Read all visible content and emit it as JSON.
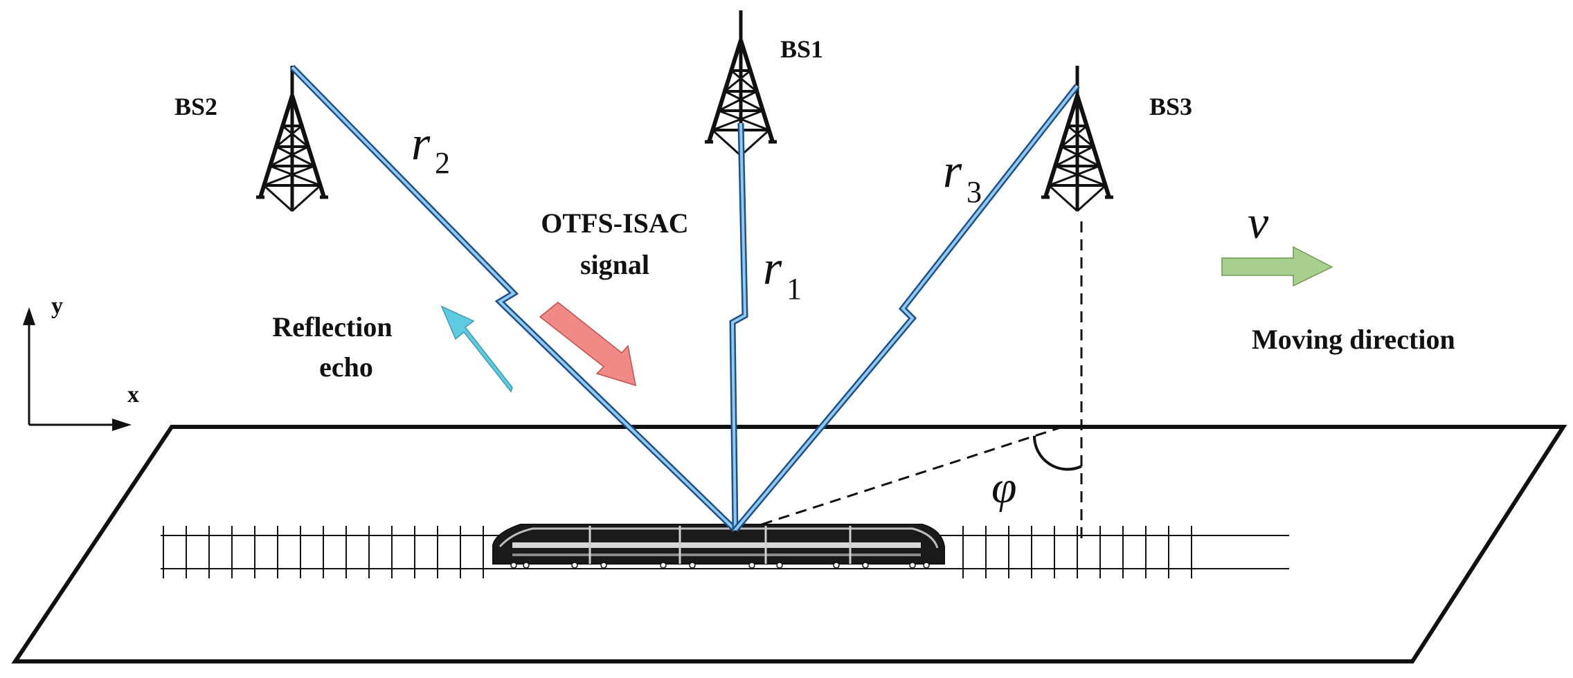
{
  "base_stations": [
    {
      "label": "BS1"
    },
    {
      "label": "BS2"
    },
    {
      "label": "BS3"
    }
  ],
  "links": [
    {
      "symbol": "r",
      "subscript": "1"
    },
    {
      "symbol": "r",
      "subscript": "2"
    },
    {
      "symbol": "r",
      "subscript": "3"
    }
  ],
  "signal_label_line1": "OTFS-ISAC",
  "signal_label_line2": "signal",
  "echo_label_line1": "Reflection",
  "echo_label_line2": "echo",
  "axes": {
    "x": "x",
    "y": "y"
  },
  "velocity_symbol": "v",
  "moving_label": "Moving direction",
  "angle_symbol": "φ",
  "colors": {
    "link_outline": "#1f4e8c",
    "link_fill": "#8fcbee",
    "signal_arrow": "#f08a86",
    "echo_arrow": "#5ecbe0",
    "velocity_arrow": "#a9cf8e"
  }
}
